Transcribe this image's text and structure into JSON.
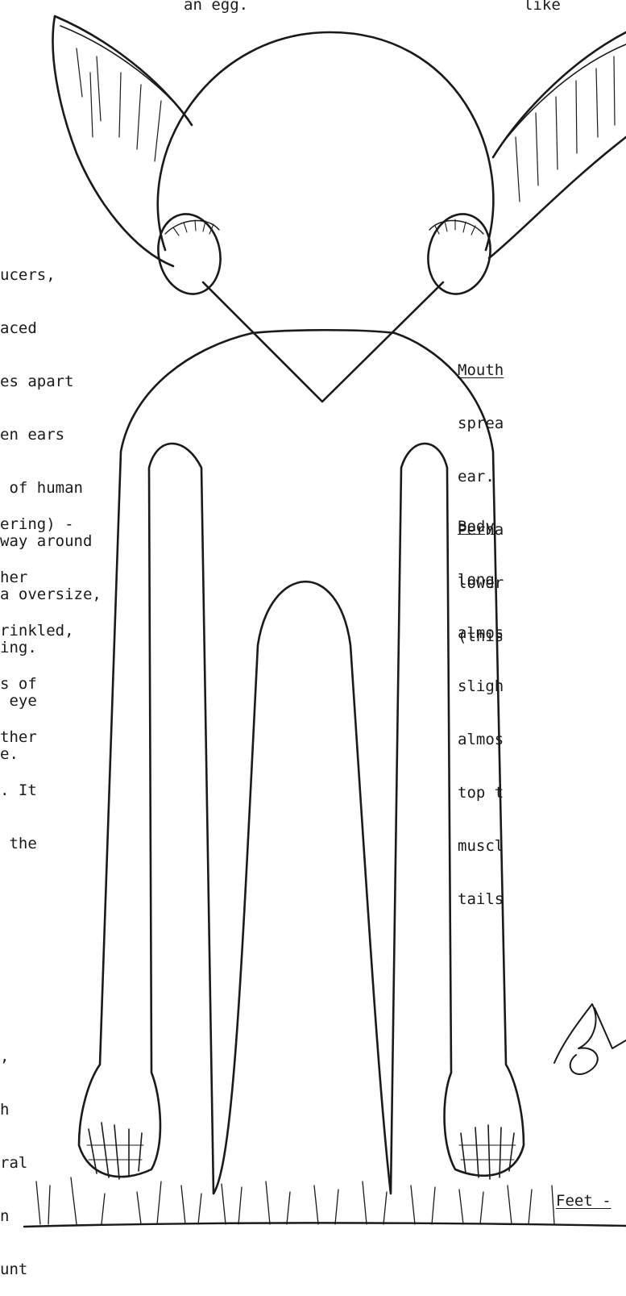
{
  "page": {
    "background": "#ffffff",
    "ink_color": "#1a1a1a"
  },
  "top_text": {
    "left_fragment": "an egg.",
    "right_fragment": "like"
  },
  "captions": {
    "eyes_lines": [
      "ucers,",
      "aced",
      "es apart",
      "en ears",
      " of human",
      "way around",
      "a oversize,",
      "ing.",
      " eye",
      "e."
    ],
    "skin_lines": [
      "ering) -",
      "her",
      "rinkled,",
      "s of",
      "ther",
      ". It",
      " the"
    ],
    "hands_lines": [
      ",",
      "h",
      "ral",
      "n",
      "unt"
    ]
  },
  "right_notes": {
    "mouth": {
      "heading": "Mouth",
      "lines": [
        "sprea",
        "ear.",
        "Perha",
        "lower",
        "(this"
      ]
    },
    "body": {
      "heading": "Body",
      "lines": [
        "long",
        "almos",
        "sligh",
        "almos",
        "top t",
        "muscl",
        "tails"
      ]
    },
    "feet": {
      "heading": "Feet -"
    }
  },
  "signature": {
    "initials": "BL"
  }
}
